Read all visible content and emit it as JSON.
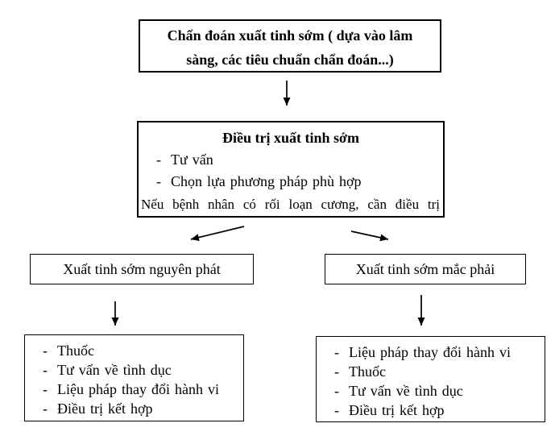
{
  "bullet_char": "-",
  "colors": {
    "background": "#ffffff",
    "border": "#000000",
    "text": "#000000"
  },
  "nodes": {
    "diagnosis": {
      "lines": [
        "Chẩn đoán xuất tinh sớm ( dựa vào lâm",
        "sàng, các tiêu chuẩn chẩn đoán...)"
      ]
    },
    "treatment": {
      "title": "Điều trị xuất tinh sớm",
      "items": [
        "Tư vấn",
        "Chọn lựa phương pháp phù hợp"
      ],
      "note": "Nếu bệnh nhân có rối loạn cương, cần điều trị"
    },
    "primary_branch": {
      "label": "Xuất tinh sớm nguyên phát"
    },
    "acquired_branch": {
      "label": "Xuất tinh sớm mắc phải"
    },
    "primary_treatment": {
      "items": [
        "Thuốc",
        "Tư vấn về tình dục",
        "Liệu pháp thay đổi hành vi",
        "Điều trị kết hợp"
      ]
    },
    "acquired_treatment": {
      "items": [
        "Liệu pháp thay đổi hành vi",
        "Thuốc",
        "Tư vấn về tình dục",
        "Điều trị kết hợp"
      ]
    }
  }
}
